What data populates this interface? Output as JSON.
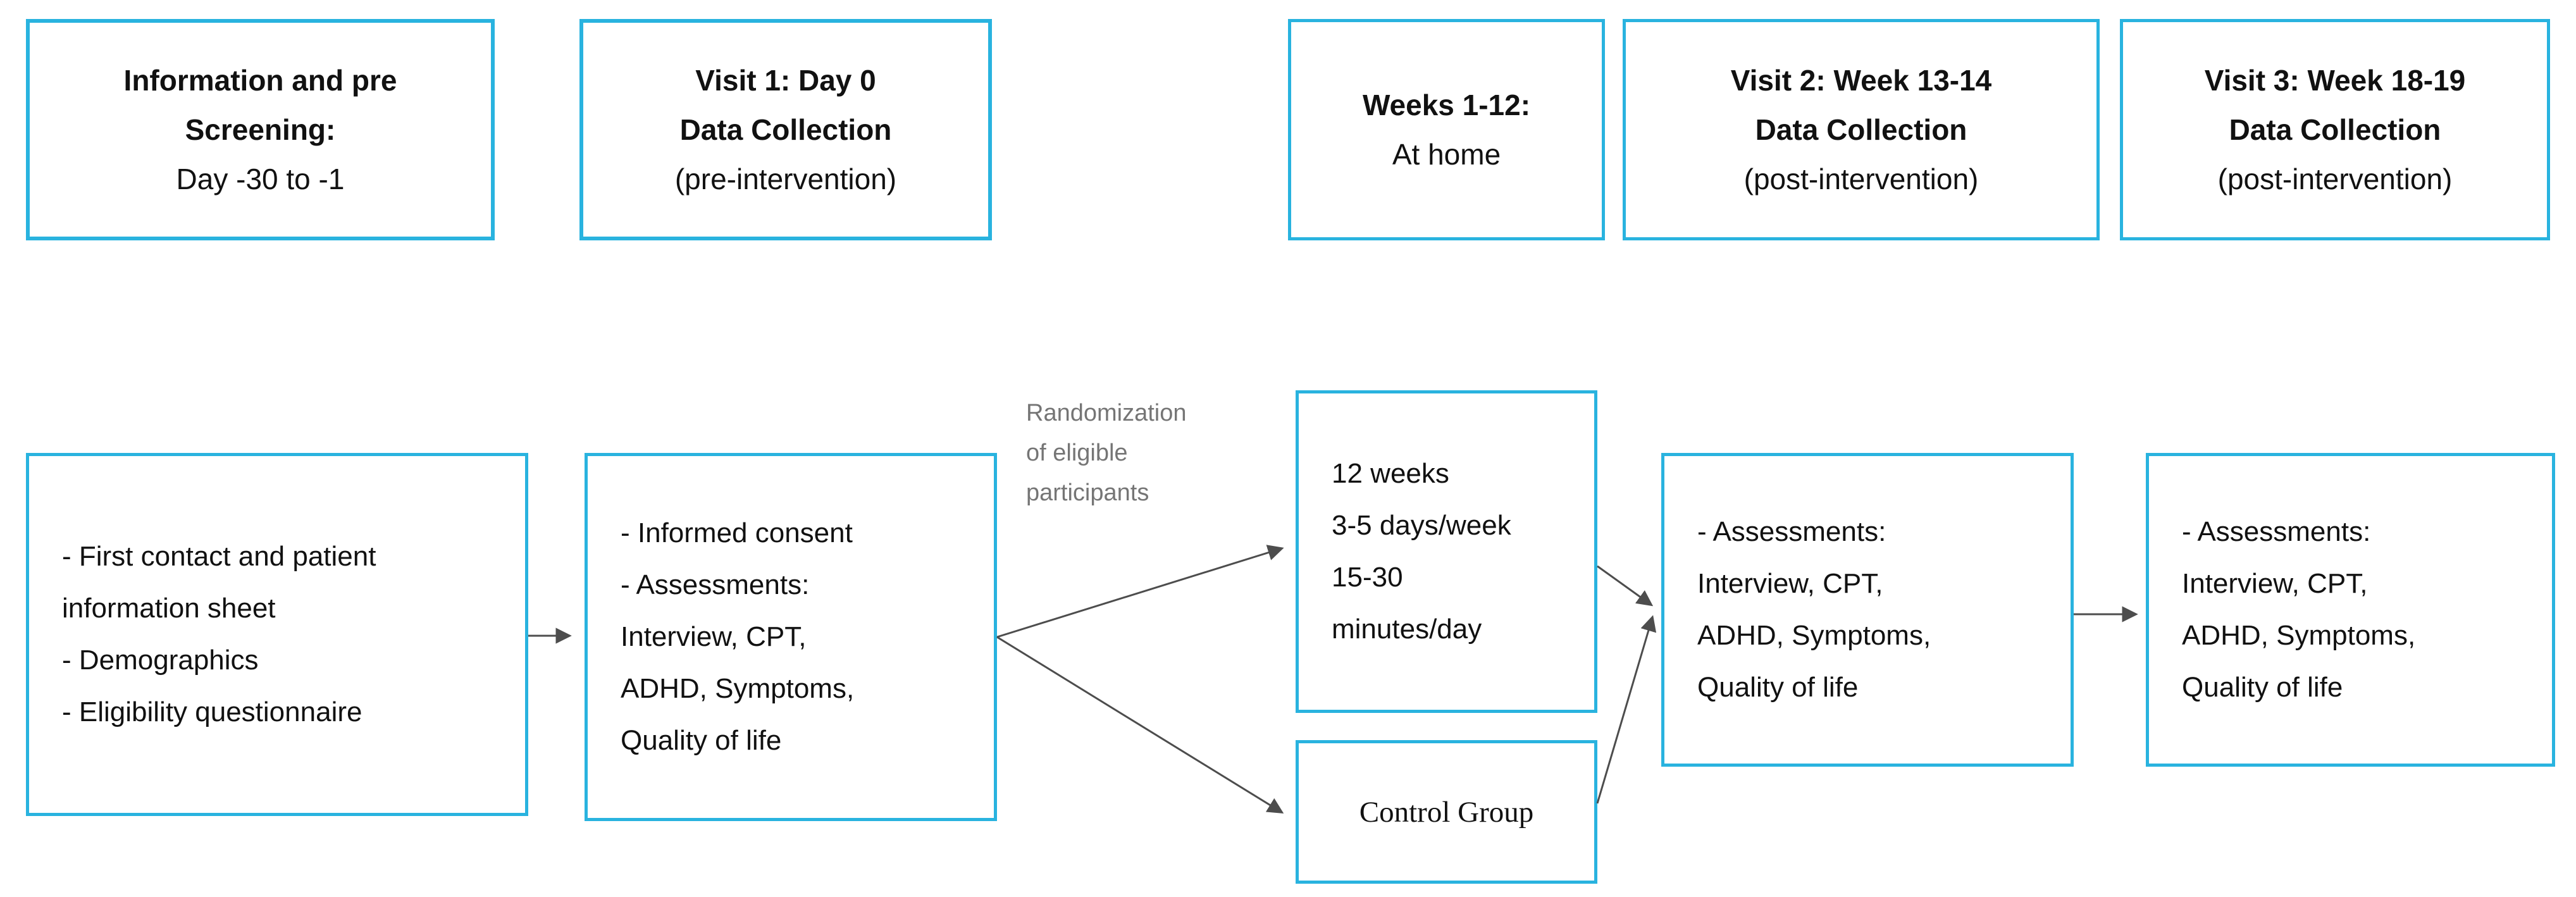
{
  "colors": {
    "box_border": "#29b3df",
    "arrow": "#4d4d4d",
    "muted_label": "#757575",
    "text": "#111111",
    "background": "#ffffff"
  },
  "header_row": [
    {
      "bold_lines": [
        "Information and pre",
        "Screening:"
      ],
      "normal_lines": [
        "Day -30 to -1"
      ]
    },
    {
      "bold_lines": [
        "Visit 1: Day 0",
        "Data Collection"
      ],
      "normal_lines": [
        "(pre-intervention)"
      ]
    },
    {
      "bold_lines": [
        "Weeks 1-12:"
      ],
      "normal_lines": [
        "At home"
      ]
    },
    {
      "bold_lines": [
        "Visit 2: Week 13-14",
        "Data Collection"
      ],
      "normal_lines": [
        "(post-intervention)"
      ]
    },
    {
      "bold_lines": [
        "Visit 3: Week 18-19",
        "Data Collection"
      ],
      "normal_lines": [
        "(post-intervention)"
      ]
    }
  ],
  "flow_row": {
    "screening_details": {
      "lines": [
        "- First contact and patient",
        "information sheet",
        "- Demographics",
        "- Eligibility questionnaire"
      ]
    },
    "visit1_details": {
      "lines": [
        "- Informed consent",
        "- Assessments:",
        "Interview, CPT,",
        "ADHD, Symptoms,",
        "Quality of life"
      ]
    },
    "randomization_label": {
      "lines": [
        "Randomization",
        "of eligible",
        "participants"
      ]
    },
    "intervention_details": {
      "lines": [
        "12 weeks",
        "3-5 days/week",
        "15-30",
        "minutes/day"
      ]
    },
    "control_group": {
      "label": "Control Group"
    },
    "visit2_details": {
      "lines": [
        "- Assessments:",
        "Interview, CPT,",
        "ADHD, Symptoms,",
        "Quality of life"
      ]
    },
    "visit3_details": {
      "lines": [
        "- Assessments:",
        "Interview, CPT,",
        "ADHD, Symptoms,",
        "Quality of life"
      ]
    }
  }
}
